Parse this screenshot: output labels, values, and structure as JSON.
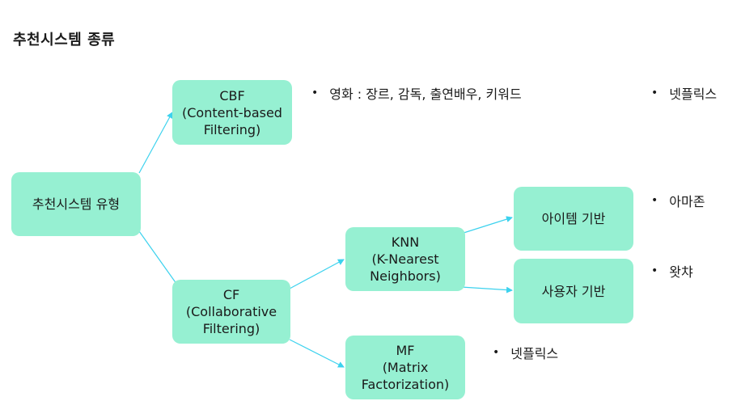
{
  "title": "추천시스템 종류",
  "nodes": {
    "root": "추천시스템 유형",
    "cbf": {
      "l1": "CBF",
      "l2": "(Content-based",
      "l3": "Filtering)"
    },
    "cf": {
      "l1": "CF",
      "l2": "(Collaborative",
      "l3": "Filtering)"
    },
    "knn": {
      "l1": "KNN",
      "l2": "(K-Nearest",
      "l3": "Neighbors)"
    },
    "mf": {
      "l1": "MF",
      "l2": "(Matrix",
      "l3": "Factorization)"
    },
    "item": "아이템 기반",
    "user": "사용자 기반"
  },
  "notes": {
    "bullet": "•",
    "cbf_desc": "영화 : 장르, 감독, 출연배우, 키워드",
    "netflix_top": "넷플릭스",
    "amazon": "아마존",
    "watcha": "왓챠",
    "netflix_mf": "넷플릭스"
  },
  "colors": {
    "node": "#96f0d2",
    "arrow": "#3cd2ee"
  }
}
